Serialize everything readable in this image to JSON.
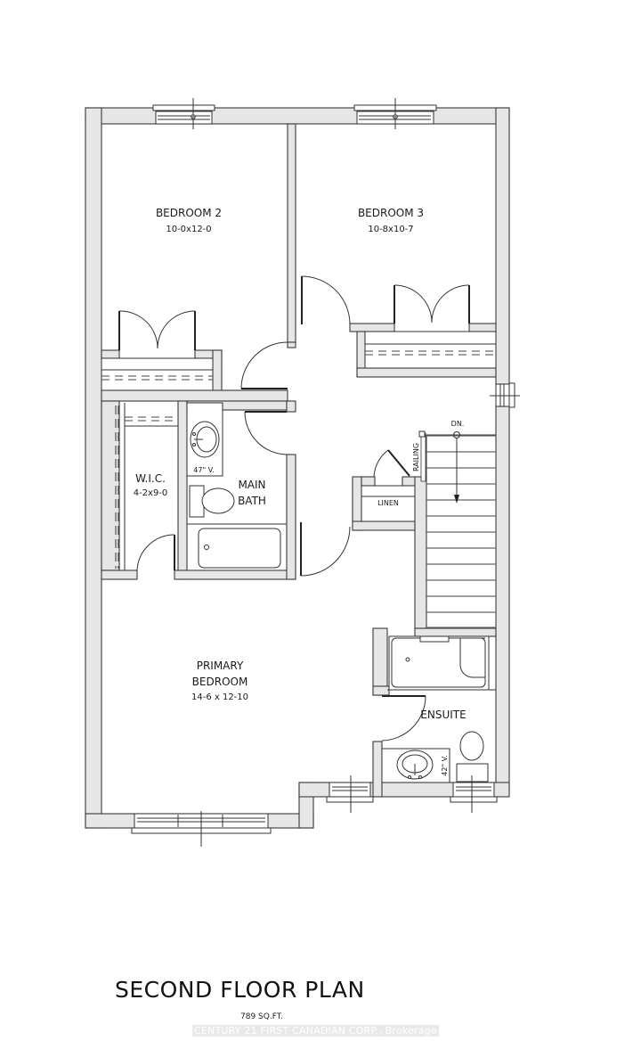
{
  "plan": {
    "title": "SECOND FLOOR PLAN",
    "area": "789 SQ.FT.",
    "watermark": "CENTURY 21 FIRST CANADIAN CORP., Brokerage"
  },
  "rooms": {
    "bedroom2": {
      "name": "BEDROOM 2",
      "size": "10-0x12-0"
    },
    "bedroom3": {
      "name": "BEDROOM 3",
      "size": "10-8x10-7"
    },
    "wic": {
      "name": "W.I.C.",
      "size": "4-2x9-0"
    },
    "main_bath": {
      "name_line1": "MAIN",
      "name_line2": "BATH",
      "vanity": "47\" V."
    },
    "primary": {
      "name_line1": "PRIMARY",
      "name_line2": "BEDROOM",
      "size": "14-6 x 12-10"
    },
    "ensuite": {
      "name": "ENSUITE",
      "vanity": "42\" V."
    },
    "linen": {
      "name": "LINEN"
    },
    "stairs": {
      "direction": "DN.",
      "railing": "RAILING"
    }
  },
  "colors": {
    "wall_fill": "#e6e6e6",
    "line": "#333333",
    "background": "#ffffff"
  }
}
